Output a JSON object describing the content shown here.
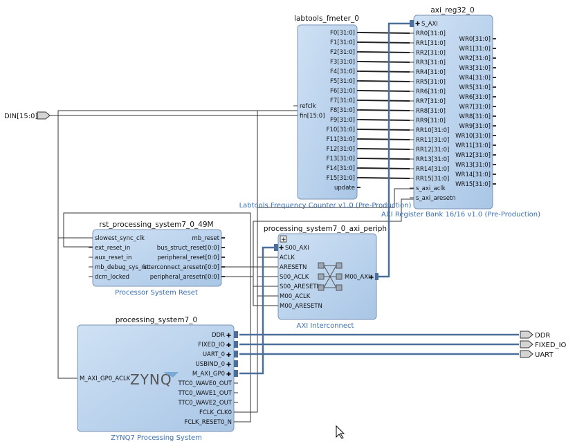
{
  "ports": {
    "din": "DIN[15:0]",
    "ddr": "DDR",
    "fixed_io": "FIXED_IO",
    "uart": "UART"
  },
  "fmeter": {
    "title": "labtools_fmeter_0",
    "subtitle": "Labtools Frequency Counter v1.0 (Pre-Production)",
    "inputs": [
      "refclk",
      "fin[15:0]"
    ],
    "outputs": [
      "F0[31:0]",
      "F1[31:0]",
      "F2[31:0]",
      "F3[31:0]",
      "F4[31:0]",
      "F5[31:0]",
      "F6[31:0]",
      "F7[31:0]",
      "F8[31:0]",
      "F9[31:0]",
      "F10[31:0]",
      "F11[31:0]",
      "F12[31:0]",
      "F13[31:0]",
      "F14[31:0]",
      "F15[31:0]",
      "update"
    ]
  },
  "axireg": {
    "title": "axi_reg32_0",
    "subtitle": "AXI Register Bank 16/16 v1.0 (Pre-Production)",
    "bus": "S_AXI",
    "inputs": [
      "RR0[31:0]",
      "RR1[31:0]",
      "RR2[31:0]",
      "RR3[31:0]",
      "RR4[31:0]",
      "RR5[31:0]",
      "RR6[31:0]",
      "RR7[31:0]",
      "RR8[31:0]",
      "RR9[31:0]",
      "RR10[31:0]",
      "RR11[31:0]",
      "RR12[31:0]",
      "RR13[31:0]",
      "RR14[31:0]",
      "RR15[31:0]",
      "s_axi_aclk",
      "s_axi_aresetn"
    ],
    "outputs": [
      "WR0[31:0]",
      "WR1[31:0]",
      "WR2[31:0]",
      "WR3[31:0]",
      "WR4[31:0]",
      "WR5[31:0]",
      "WR6[31:0]",
      "WR7[31:0]",
      "WR8[31:0]",
      "WR9[31:0]",
      "WR10[31:0]",
      "WR11[31:0]",
      "WR12[31:0]",
      "WR13[31:0]",
      "WR14[31:0]",
      "WR15[31:0]"
    ]
  },
  "rst": {
    "title": "rst_processing_system7_0_49M",
    "subtitle": "Processor System Reset",
    "inputs": [
      "slowest_sync_clk",
      "ext_reset_in",
      "aux_reset_in",
      "mb_debug_sys_rst",
      "dcm_locked"
    ],
    "outputs": [
      "mb_reset",
      "bus_struct_reset[0:0]",
      "peripheral_reset[0:0]",
      "interconnect_aresetn[0:0]",
      "peripheral_aresetn[0:0]"
    ]
  },
  "periph": {
    "title": "processing_system7_0_axi_periph",
    "subtitle": "AXI Interconnect",
    "inputs": [
      "S00_AXI",
      "ACLK",
      "ARESETN",
      "S00_ACLK",
      "S00_ARESETN",
      "M00_ACLK",
      "M00_ARESETN"
    ],
    "output": "M00_AXI"
  },
  "ps7": {
    "title": "processing_system7_0",
    "subtitle": "ZYNQ7 Processing System",
    "logo": "ZYNQ",
    "input": "M_AXI_GP0_ACLK",
    "outputs": [
      "DDR",
      "FIXED_IO",
      "UART_0",
      "USBIND_0",
      "M_AXI_GP0",
      "TTC0_WAVE0_OUT",
      "TTC0_WAVE1_OUT",
      "TTC0_WAVE2_OUT",
      "FCLK_CLK0",
      "FCLK_RESET0_N"
    ]
  }
}
